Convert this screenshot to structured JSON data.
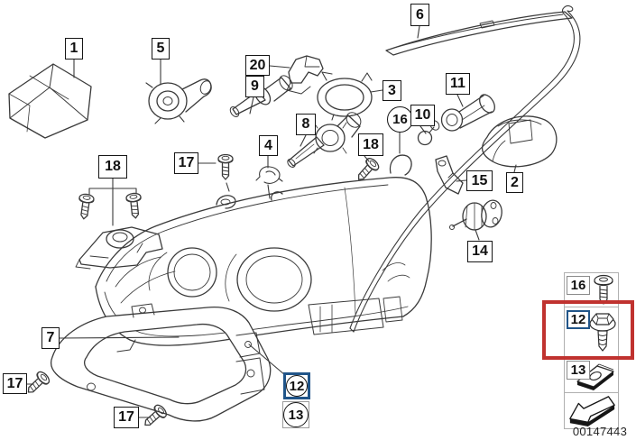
{
  "diagram": {
    "type": "exploded-parts-diagram",
    "subject": "headlight-assembly",
    "image_number": "00147443",
    "colors": {
      "background": "#ffffff",
      "line_art": "#3a3a3a",
      "highlight_red": "#c0322f",
      "highlight_blue": "#215589"
    },
    "callouts": [
      {
        "label": "1",
        "part": "carton-box"
      },
      {
        "label": "5",
        "part": "bulb-socket"
      },
      {
        "label": "20",
        "part": "bulb-retainer"
      },
      {
        "label": "9",
        "part": "halogen-bulb"
      },
      {
        "label": "6",
        "part": "trim-strip"
      },
      {
        "label": "3",
        "part": "retaining-ring"
      },
      {
        "label": "16",
        "part": "screw"
      },
      {
        "label": "10",
        "part": "indicator-bulb"
      },
      {
        "label": "11",
        "part": "bulb-holder"
      },
      {
        "label": "8",
        "part": "xenon-bulb"
      },
      {
        "label": "4",
        "part": "spring-clip"
      },
      {
        "label": "18",
        "part": "screw"
      },
      {
        "label": "17",
        "part": "screw"
      },
      {
        "label": "18",
        "part": "bracket-with-screws"
      },
      {
        "label": "2",
        "part": "protective-cap"
      },
      {
        "label": "15",
        "part": "repair-arm"
      },
      {
        "label": "14",
        "part": "adjuster-unit"
      },
      {
        "label": "7",
        "part": "mounting-bracket"
      },
      {
        "label": "17",
        "part": "screw"
      },
      {
        "label": "17",
        "part": "screw"
      },
      {
        "label": "12",
        "part": "hex-flange-screw",
        "highlighted": true
      },
      {
        "label": "13",
        "part": "clip-nut"
      }
    ],
    "legend": {
      "rows": [
        {
          "label": "16",
          "icon": "pan-head-screw-icon",
          "highlighted": false
        },
        {
          "label": "12",
          "icon": "hex-flange-screw-icon",
          "highlighted": true
        },
        {
          "label": "13",
          "icon": "clip-nut-icon",
          "highlighted": false
        }
      ],
      "arrow_icon": "direction-arrow-icon"
    }
  }
}
